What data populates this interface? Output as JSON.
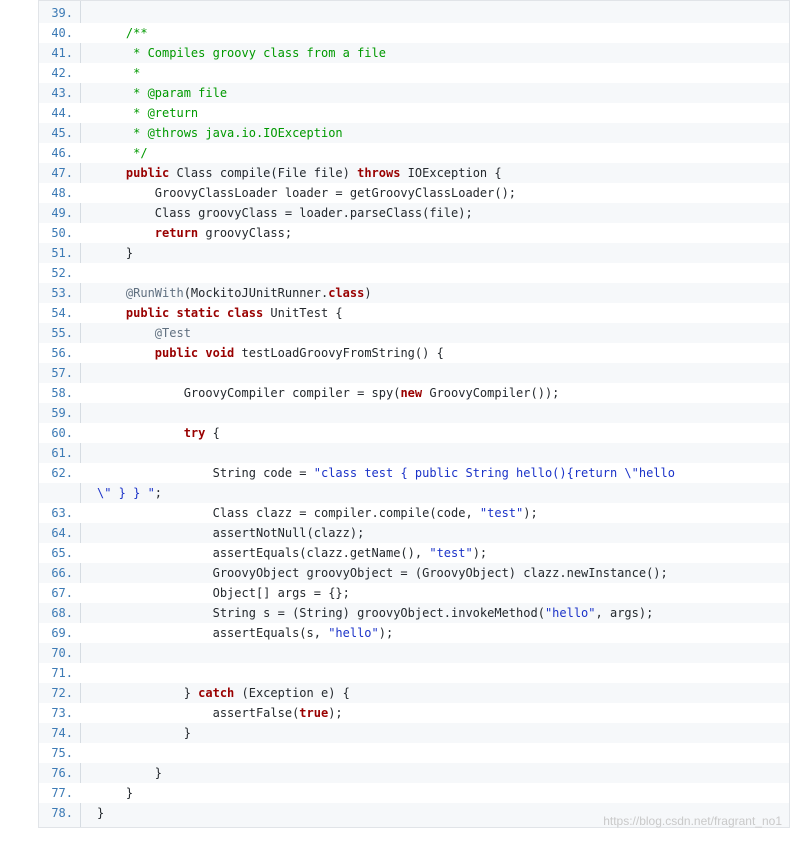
{
  "code": {
    "lines": [
      {
        "n": "39.",
        "tokens": []
      },
      {
        "n": "40.",
        "tokens": [
          [
            "cm",
            "    /**"
          ]
        ]
      },
      {
        "n": "41.",
        "tokens": [
          [
            "cm",
            "     * Compiles groovy class from a file"
          ]
        ]
      },
      {
        "n": "42.",
        "tokens": [
          [
            "cm",
            "     *"
          ]
        ]
      },
      {
        "n": "43.",
        "tokens": [
          [
            "cm",
            "     * @param file"
          ]
        ]
      },
      {
        "n": "44.",
        "tokens": [
          [
            "cm",
            "     * @return"
          ]
        ]
      },
      {
        "n": "45.",
        "tokens": [
          [
            "cm",
            "     * @throws java.io.IOException"
          ]
        ]
      },
      {
        "n": "46.",
        "tokens": [
          [
            "cm",
            "     */"
          ]
        ]
      },
      {
        "n": "47.",
        "tokens": [
          [
            "kw",
            "    public"
          ],
          [
            "tx",
            " Class compile(File file) "
          ],
          [
            "kw",
            "throws"
          ],
          [
            "tx",
            " IOException {"
          ]
        ]
      },
      {
        "n": "48.",
        "tokens": [
          [
            "tx",
            "        GroovyClassLoader loader = getGroovyClassLoader();"
          ]
        ]
      },
      {
        "n": "49.",
        "tokens": [
          [
            "tx",
            "        Class groovyClass = loader.parseClass(file);"
          ]
        ]
      },
      {
        "n": "50.",
        "tokens": [
          [
            "kw",
            "        return"
          ],
          [
            "tx",
            " groovyClass;"
          ]
        ]
      },
      {
        "n": "51.",
        "tokens": [
          [
            "tx",
            "    }"
          ]
        ]
      },
      {
        "n": "52.",
        "tokens": []
      },
      {
        "n": "53.",
        "tokens": [
          [
            "an",
            "    @RunWith"
          ],
          [
            "tx",
            "(MockitoJUnitRunner."
          ],
          [
            "kw",
            "class"
          ],
          [
            "tx",
            ")"
          ]
        ]
      },
      {
        "n": "54.",
        "tokens": [
          [
            "kw",
            "    public static class"
          ],
          [
            "tx",
            " UnitTest {"
          ]
        ]
      },
      {
        "n": "55.",
        "tokens": [
          [
            "an",
            "        @Test"
          ]
        ]
      },
      {
        "n": "56.",
        "tokens": [
          [
            "kw",
            "        public void"
          ],
          [
            "tx",
            " testLoadGroovyFromString() {"
          ]
        ]
      },
      {
        "n": "57.",
        "tokens": []
      },
      {
        "n": "58.",
        "tokens": [
          [
            "tx",
            "            GroovyCompiler compiler = spy("
          ],
          [
            "kw",
            "new"
          ],
          [
            "tx",
            " GroovyCompiler());"
          ]
        ]
      },
      {
        "n": "59.",
        "tokens": []
      },
      {
        "n": "60.",
        "tokens": [
          [
            "kw",
            "            try"
          ],
          [
            "tx",
            " {"
          ]
        ]
      },
      {
        "n": "61.",
        "tokens": []
      },
      {
        "n": "62.",
        "tokens": [
          [
            "tx",
            "                String code = "
          ],
          [
            "st",
            "\"class test { public String hello(){return \\\"hello"
          ]
        ]
      },
      {
        "n": "",
        "tokens": [
          [
            "st",
            "\\\" } } \""
          ],
          [
            "tx",
            ";"
          ]
        ]
      },
      {
        "n": "63.",
        "tokens": [
          [
            "tx",
            "                Class clazz = compiler.compile(code, "
          ],
          [
            "st",
            "\"test\""
          ],
          [
            "tx",
            ");"
          ]
        ]
      },
      {
        "n": "64.",
        "tokens": [
          [
            "tx",
            "                assertNotNull(clazz);"
          ]
        ]
      },
      {
        "n": "65.",
        "tokens": [
          [
            "tx",
            "                assertEquals(clazz.getName(), "
          ],
          [
            "st",
            "\"test\""
          ],
          [
            "tx",
            ");"
          ]
        ]
      },
      {
        "n": "66.",
        "tokens": [
          [
            "tx",
            "                GroovyObject groovyObject = (GroovyObject) clazz.newInstance();"
          ]
        ]
      },
      {
        "n": "67.",
        "tokens": [
          [
            "tx",
            "                Object[] args = {};"
          ]
        ]
      },
      {
        "n": "68.",
        "tokens": [
          [
            "tx",
            "                String s = (String) groovyObject.invokeMethod("
          ],
          [
            "st",
            "\"hello\""
          ],
          [
            "tx",
            ", args);"
          ]
        ]
      },
      {
        "n": "69.",
        "tokens": [
          [
            "tx",
            "                assertEquals(s, "
          ],
          [
            "st",
            "\"hello\""
          ],
          [
            "tx",
            ");"
          ]
        ]
      },
      {
        "n": "70.",
        "tokens": []
      },
      {
        "n": "71.",
        "tokens": []
      },
      {
        "n": "72.",
        "tokens": [
          [
            "tx",
            "            } "
          ],
          [
            "kw",
            "catch"
          ],
          [
            "tx",
            " (Exception e) {"
          ]
        ]
      },
      {
        "n": "73.",
        "tokens": [
          [
            "tx",
            "                assertFalse("
          ],
          [
            "kw",
            "true"
          ],
          [
            "tx",
            ");"
          ]
        ]
      },
      {
        "n": "74.",
        "tokens": [
          [
            "tx",
            "            }"
          ]
        ]
      },
      {
        "n": "75.",
        "tokens": []
      },
      {
        "n": "76.",
        "tokens": [
          [
            "tx",
            "        }"
          ]
        ]
      },
      {
        "n": "77.",
        "tokens": [
          [
            "tx",
            "    }"
          ]
        ]
      },
      {
        "n": "78.",
        "tokens": [
          [
            "tx",
            "}"
          ]
        ]
      }
    ]
  },
  "watermark": "https://blog.csdn.net/fragrant_no1"
}
